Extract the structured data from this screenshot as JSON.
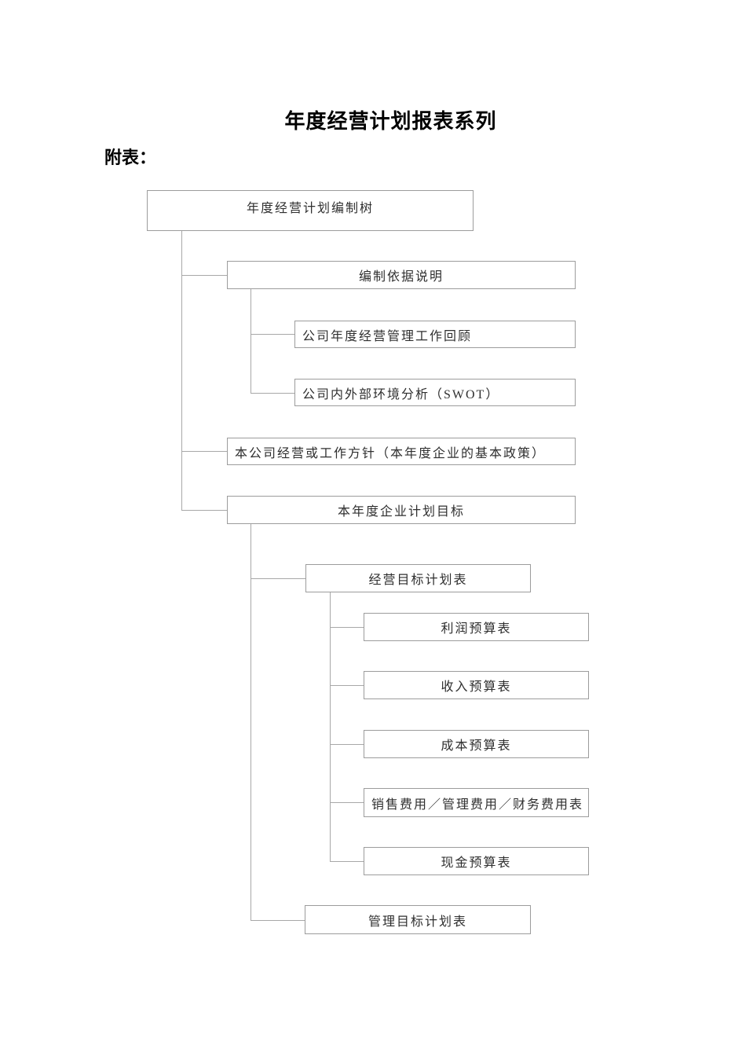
{
  "colors": {
    "box_border": "#9c9c9c",
    "connector_line": "#a8a8a8",
    "box_text": "#2f2f2f",
    "title_text": "#000000",
    "page_background": "#ffffff"
  },
  "document": {
    "title": "年度经营计划报表系列",
    "subtitle": "附表："
  },
  "tree": {
    "nodes": [
      {
        "label": "年度经营计划编制树"
      },
      {
        "label": "编制依据说明"
      },
      {
        "label": "公司年度经营管理工作回顾"
      },
      {
        "label": "公司内外部环境分析（SWOT）"
      },
      {
        "label": "本公司经营或工作方针（本年度企业的基本政策）"
      },
      {
        "label": "本年度企业计划目标"
      },
      {
        "label": "经营目标计划表"
      },
      {
        "label": "利润预算表"
      },
      {
        "label": "收入预算表"
      },
      {
        "label": "成本预算表"
      },
      {
        "label": "销售费用／管理费用／财务费用表"
      },
      {
        "label": "现金预算表"
      },
      {
        "label": "管理目标计划表"
      }
    ],
    "structure": [
      {
        "id": 0,
        "children": [
          1,
          4,
          5
        ]
      },
      {
        "id": 1,
        "children": [
          2,
          3
        ]
      },
      {
        "id": 5,
        "children": [
          6,
          12
        ]
      },
      {
        "id": 6,
        "children": [
          7,
          8,
          9,
          10,
          11
        ]
      }
    ]
  }
}
